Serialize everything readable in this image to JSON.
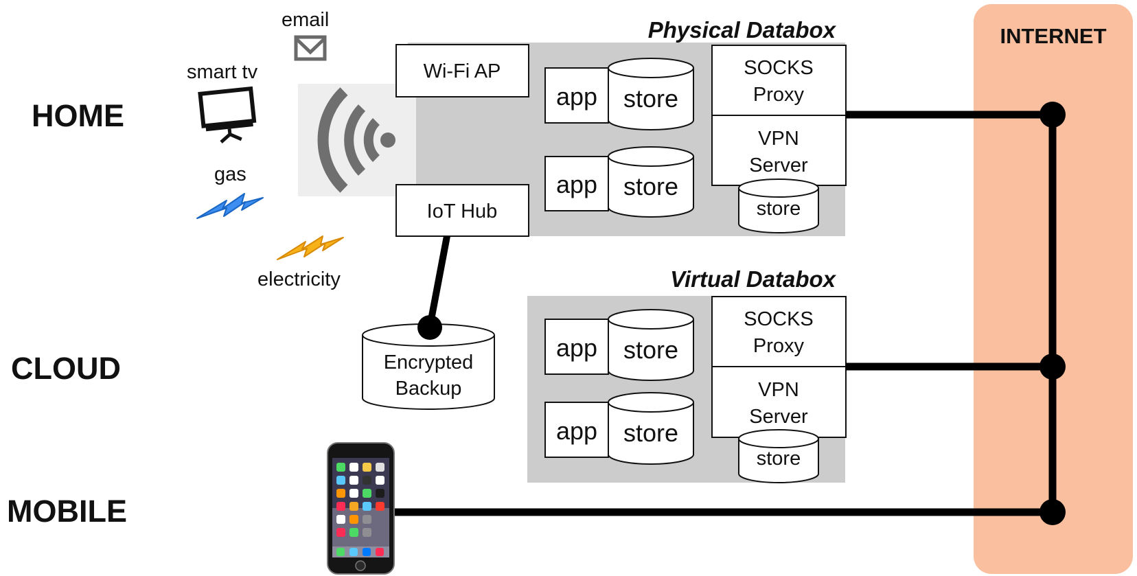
{
  "rows": {
    "home": "HOME",
    "cloud": "CLOUD",
    "mobile": "MOBILE"
  },
  "internet": "INTERNET",
  "devices": {
    "email": "email",
    "smart_tv": "smart tv",
    "gas": "gas",
    "electricity": "electricity"
  },
  "physical": {
    "title": "Physical Databox",
    "wifi": "Wi-Fi AP",
    "iot": "IoT Hub",
    "app": "app",
    "store": "store",
    "socks": [
      "SOCKS",
      "Proxy"
    ],
    "vpn": [
      "VPN",
      "Server"
    ],
    "vpn_store": "store"
  },
  "virtual": {
    "title": "Virtual Databox",
    "app": "app",
    "store": "store",
    "socks": [
      "SOCKS",
      "Proxy"
    ],
    "vpn": [
      "VPN",
      "Server"
    ],
    "vpn_store": "store"
  },
  "backup": [
    "Encrypted",
    "Backup"
  ],
  "colors": {
    "internet_band": "#f9bf9e",
    "databox_panel": "#cccccc",
    "line": "#000000",
    "gas_bolt": "#3d8ef0",
    "electricity_bolt": "#f7b21a",
    "wifi_icon": "#6f6f6f"
  }
}
